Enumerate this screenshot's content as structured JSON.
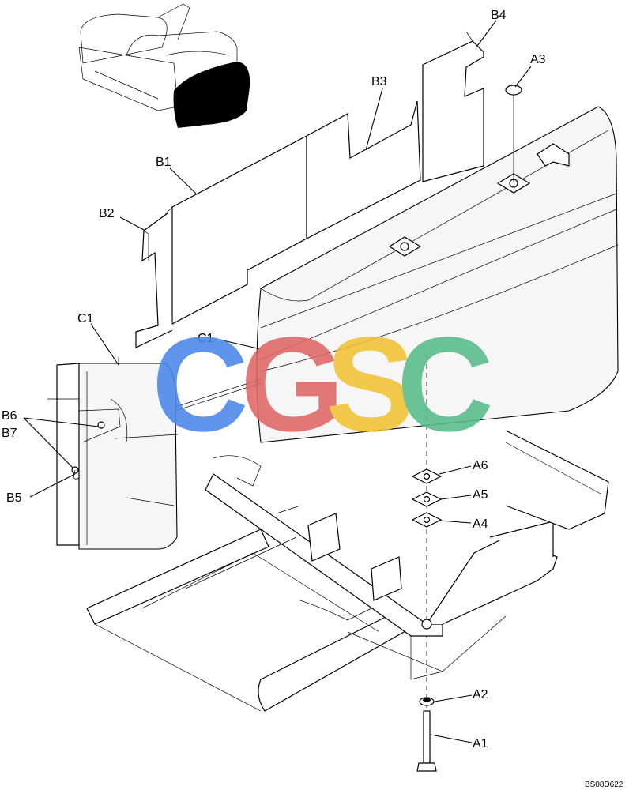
{
  "labels": {
    "A1": "A1",
    "A2": "A2",
    "A3": "A3",
    "A4": "A4",
    "A5": "A5",
    "A6": "A6",
    "B1": "B1",
    "B2": "B2",
    "B3": "B3",
    "B4": "B4",
    "B5": "B5",
    "B6": "B6",
    "B7": "B7",
    "C1": "C1"
  },
  "drawing_code": "BS08D622",
  "watermark": {
    "letters": [
      "C",
      "G",
      "S",
      "C"
    ],
    "colors": [
      "#4a86e8",
      "#e06666",
      "#f1c232",
      "#57bb8a"
    ]
  }
}
